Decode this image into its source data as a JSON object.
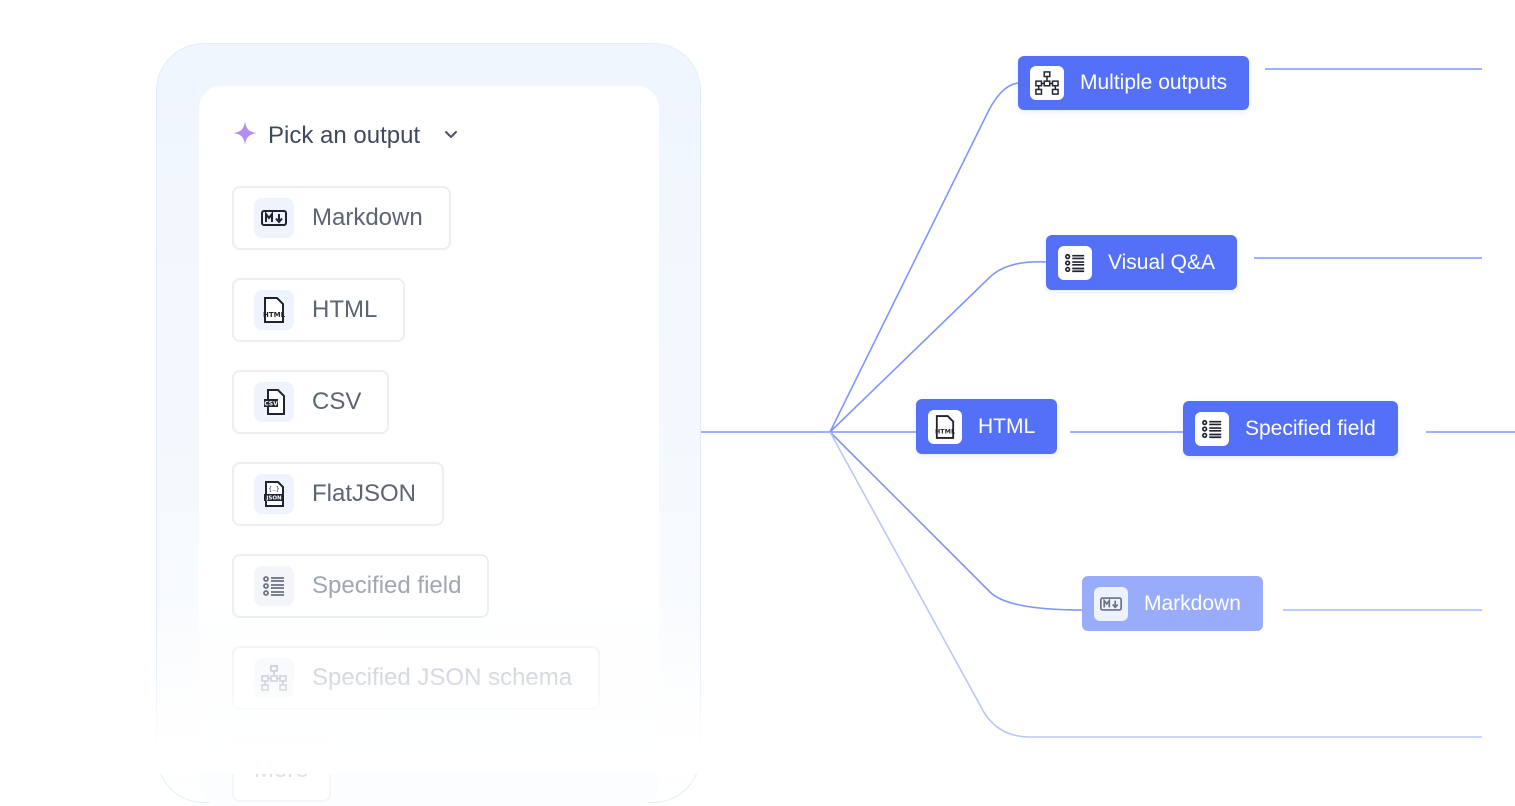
{
  "picker": {
    "label": "Pick an output"
  },
  "options": [
    {
      "label": "Markdown",
      "icon": "markdown-icon"
    },
    {
      "label": "HTML",
      "icon": "html-file-icon"
    },
    {
      "label": "CSV",
      "icon": "csv-file-icon"
    },
    {
      "label": "FlatJSON",
      "icon": "json-file-icon"
    },
    {
      "label": "Specified field",
      "icon": "list-icon"
    },
    {
      "label": "Specified JSON schema",
      "icon": "schema-tree-icon"
    },
    {
      "label": "More",
      "icon": ""
    }
  ],
  "flow_nodes": [
    {
      "label": "Multiple outputs",
      "icon": "schema-tree-icon"
    },
    {
      "label": "Visual Q&A",
      "icon": "list-icon"
    },
    {
      "label": "HTML",
      "icon": "html-file-icon"
    },
    {
      "label": "Specified field",
      "icon": "list-icon"
    },
    {
      "label": "Markdown",
      "icon": "markdown-icon"
    }
  ],
  "colors": {
    "accent": "#5470f7",
    "accent_faded": "#98acfa",
    "line": "#7b93f5",
    "sparkle": "#b48ef0"
  }
}
